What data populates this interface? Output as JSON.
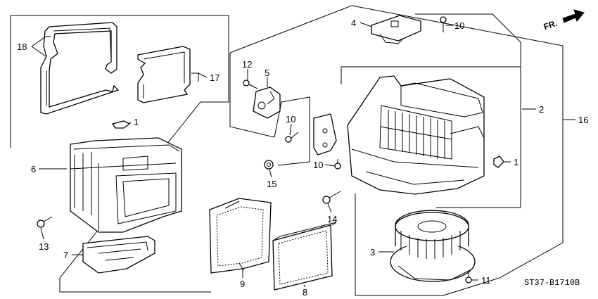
{
  "diagram": {
    "code": "ST37-B1710B",
    "direction_label": "FR.",
    "callouts": [
      "18",
      "17",
      "1",
      "6",
      "13",
      "7",
      "9",
      "8",
      "4",
      "10",
      "12",
      "5",
      "10",
      "10",
      "15",
      "14",
      "2",
      "1",
      "16",
      "3",
      "11"
    ]
  }
}
